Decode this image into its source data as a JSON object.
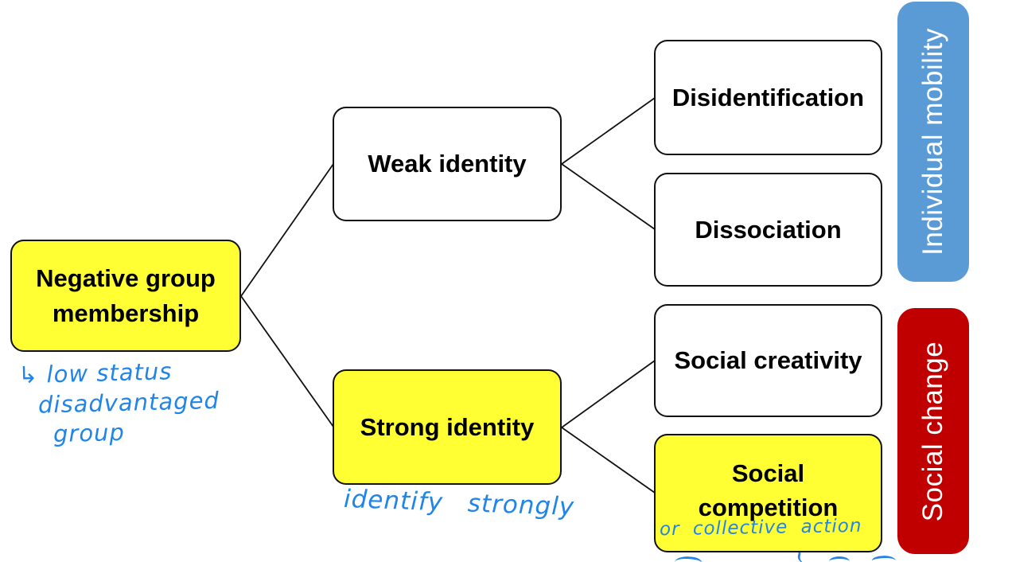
{
  "diagram": {
    "nodes": {
      "negative": {
        "label": "Negative group\nmembership",
        "highlighted": true
      },
      "weak": {
        "label": "Weak identity",
        "highlighted": false
      },
      "strong": {
        "label": "Strong identity",
        "highlighted": true
      },
      "disidentification": {
        "label": "Disidentification",
        "highlighted": false
      },
      "dissociation": {
        "label": "Dissociation",
        "highlighted": false
      },
      "creativity": {
        "label": "Social creativity",
        "highlighted": false
      },
      "competition": {
        "label": "Social\ncompetition",
        "highlighted": true
      }
    },
    "edges": [
      {
        "from": "negative",
        "to": "weak"
      },
      {
        "from": "negative",
        "to": "strong"
      },
      {
        "from": "weak",
        "to": "disidentification"
      },
      {
        "from": "weak",
        "to": "dissociation"
      },
      {
        "from": "strong",
        "to": "creativity"
      },
      {
        "from": "strong",
        "to": "competition"
      }
    ],
    "ribbons": {
      "individual_mobility": {
        "label": "Individual mobility",
        "color": "#5B9BD5"
      },
      "social_change": {
        "label": "Social change",
        "color": "#C00000"
      }
    },
    "annotations": {
      "low_status": {
        "line1": "↳ low status",
        "line2": "disadvantaged",
        "line3": "group"
      },
      "identify_strongly": "identify strongly",
      "collective_action": "or collective action"
    },
    "colors": {
      "highlight_yellow": "#FFFF33",
      "handwriting_blue": "#2185E8",
      "node_border_black": "#111111"
    }
  }
}
